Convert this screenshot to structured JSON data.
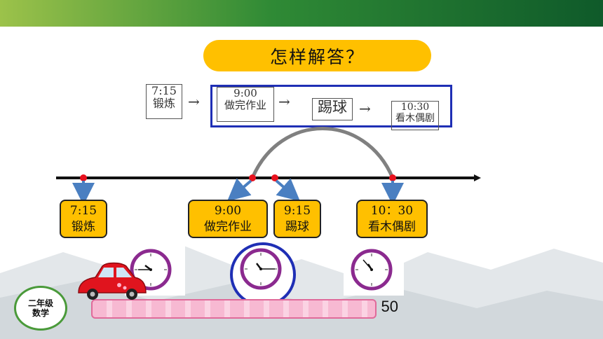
{
  "question": "怎样解答？",
  "handwritten": [
    {
      "time": "7:15",
      "activity": "锻炼"
    },
    {
      "time": "9:00",
      "activity": "做完作业"
    },
    {
      "activity": "踢球"
    },
    {
      "time": "10:30",
      "activity": "看木偶剧"
    }
  ],
  "cards": [
    {
      "time": "7:15",
      "activity": "锻炼"
    },
    {
      "time": "9:00",
      "activity": "做完作业"
    },
    {
      "time": "9:15",
      "activity": "踢球"
    },
    {
      "time": "10：30",
      "activity": "看木偶剧"
    }
  ],
  "clock_labels": [
    "7：45",
    "9：15",
    "10：50"
  ],
  "badge": {
    "line1": "二年级",
    "line2": "数学"
  },
  "icons": [
    "arrow-right-icon",
    "clock-icon",
    "car-icon"
  ],
  "colors": {
    "accent_yellow": "#ffc000",
    "frame_blue": "#1f2fb5",
    "timeline_marker": "#e8121e",
    "arrow_blue": "#4a7fc1",
    "clock_purple": "#8b2a8f"
  }
}
